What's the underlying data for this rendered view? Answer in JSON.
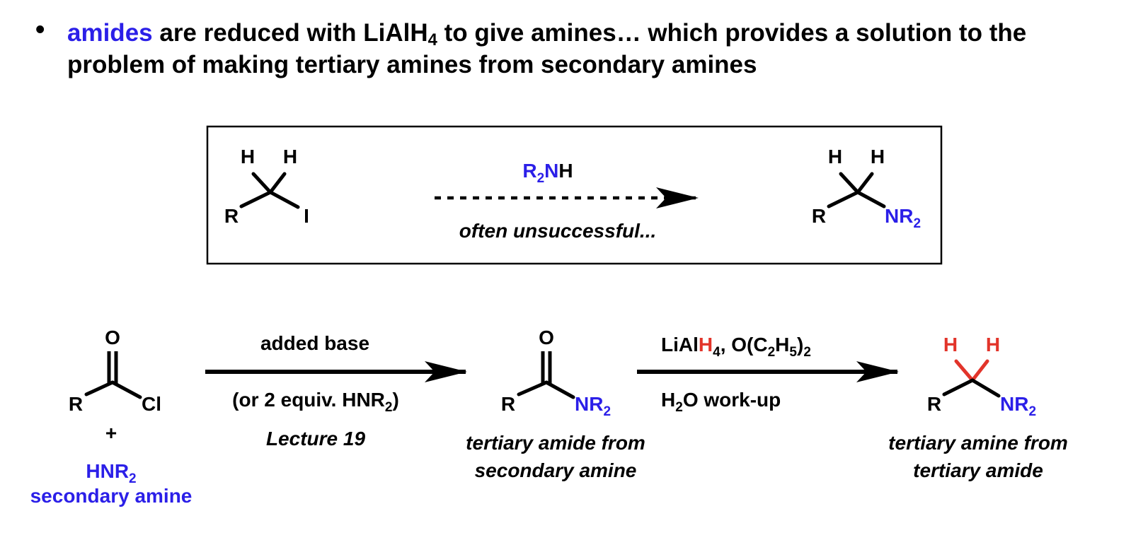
{
  "intro": {
    "bullet": "•",
    "highlight": "amides",
    "part1": " are reduced with LiAlH",
    "sub4": "4",
    "part2": " to give amines… which provides a solution to the problem of making tertiary amines from secondary amines"
  },
  "box": {
    "reactant": {
      "h1": "H",
      "h2": "H",
      "r": "R",
      "x": "I"
    },
    "reagent": {
      "r": "R",
      "sub": "2",
      "n": "N",
      "h": "H"
    },
    "note": "often unsuccessful...",
    "product": {
      "h1": "H",
      "h2": "H",
      "r": "R",
      "n": "NR",
      "sub": "2"
    }
  },
  "route": {
    "acid_chloride": {
      "o": "O",
      "r": "R",
      "cl": "Cl"
    },
    "plus": "+",
    "amine": {
      "formula": "HNR",
      "sub": "2",
      "caption": "secondary amine"
    },
    "step1": {
      "above": "added base",
      "below_a": "(or 2 equiv. HNR",
      "below_sub": "2",
      "below_b": ")",
      "ref": "Lecture 19"
    },
    "amide": {
      "o": "O",
      "r": "R",
      "n": "NR",
      "sub": "2",
      "caption_1": "tertiary amide from",
      "caption_2": "secondary amine"
    },
    "step2": {
      "above_a": "LiAl",
      "above_h": "H",
      "above_sub4": "4",
      "above_b": ", O(C",
      "above_sub2": "2",
      "above_c": "H",
      "above_sub5": "5",
      "above_d": ")",
      "above_sub2b": "2",
      "below_a": "H",
      "below_sub": "2",
      "below_b": "O work-up"
    },
    "amine_product": {
      "h1": "H",
      "h2": "H",
      "r": "R",
      "n": "NR",
      "sub": "2",
      "caption_1": "tertiary amine from",
      "caption_2": "tertiary amide"
    }
  },
  "colors": {
    "blue": "#2b1fe8",
    "red": "#e2342a",
    "black": "#000000"
  }
}
